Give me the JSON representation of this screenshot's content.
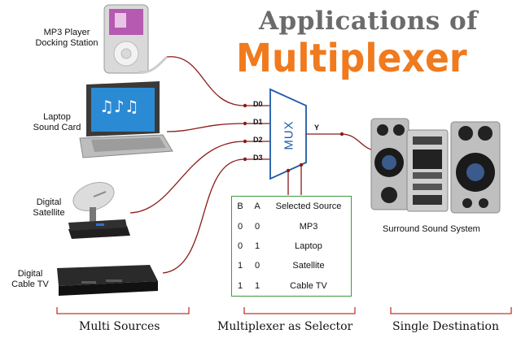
{
  "title": {
    "line1": "Applications of",
    "line2": "Multiplexer"
  },
  "sources": [
    {
      "name": "MP3 Player\nDocking Station",
      "pin": "D0"
    },
    {
      "name": "Laptop\nSound Card",
      "pin": "D1"
    },
    {
      "name": "Digital\nSatellite",
      "pin": "D2"
    },
    {
      "name": "Digital\nCable TV",
      "pin": "D3"
    }
  ],
  "mux": {
    "label": "MUX",
    "output_pin": "Y"
  },
  "truth_table": {
    "headers": [
      "B",
      "A",
      "Selected Source"
    ],
    "rows": [
      [
        "0",
        "0",
        "MP3"
      ],
      [
        "0",
        "1",
        "Laptop"
      ],
      [
        "1",
        "0",
        "Satellite"
      ],
      [
        "1",
        "1",
        "Cable TV"
      ]
    ]
  },
  "destination": "Surround Sound System",
  "footer": {
    "left": "Multi Sources",
    "middle": "Multiplexer as Selector",
    "right": "Single Destination"
  },
  "colors": {
    "wire": "#8b1a1a",
    "accent": "#f07a1d",
    "table_border": "#3e9a3e",
    "mux_stroke": "#1e5aa8",
    "bracket": "#c0392b"
  }
}
